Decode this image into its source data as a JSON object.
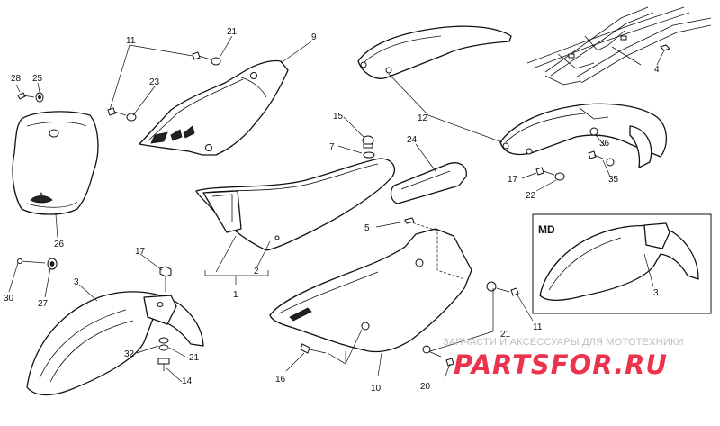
{
  "diagram": {
    "inset_label": "MD",
    "callouts": [
      {
        "id": "c1",
        "text": "1"
      },
      {
        "id": "c2",
        "text": "2"
      },
      {
        "id": "c3a",
        "text": "3"
      },
      {
        "id": "c3b",
        "text": "3"
      },
      {
        "id": "c4",
        "text": "4"
      },
      {
        "id": "c5",
        "text": "5"
      },
      {
        "id": "c7",
        "text": "7"
      },
      {
        "id": "c9",
        "text": "9"
      },
      {
        "id": "c10",
        "text": "10"
      },
      {
        "id": "c11a",
        "text": "11"
      },
      {
        "id": "c11b",
        "text": "11"
      },
      {
        "id": "c12",
        "text": "12"
      },
      {
        "id": "c14",
        "text": "14"
      },
      {
        "id": "c15",
        "text": "15"
      },
      {
        "id": "c16",
        "text": "16"
      },
      {
        "id": "c17a",
        "text": "17"
      },
      {
        "id": "c17b",
        "text": "17"
      },
      {
        "id": "c20",
        "text": "20"
      },
      {
        "id": "c21a",
        "text": "21"
      },
      {
        "id": "c21b",
        "text": "21"
      },
      {
        "id": "c21c",
        "text": "21"
      },
      {
        "id": "c22",
        "text": "22"
      },
      {
        "id": "c23",
        "text": "23"
      },
      {
        "id": "c24",
        "text": "24"
      },
      {
        "id": "c25",
        "text": "25"
      },
      {
        "id": "c26",
        "text": "26"
      },
      {
        "id": "c27",
        "text": "27"
      },
      {
        "id": "c28",
        "text": "28"
      },
      {
        "id": "c30",
        "text": "30"
      },
      {
        "id": "c32",
        "text": "32"
      },
      {
        "id": "c35",
        "text": "35"
      },
      {
        "id": "c36",
        "text": "36"
      }
    ]
  },
  "watermark": {
    "caption": "ЗАПЧАСТИ И АКСЕССУАРЫ ДЛЯ МОТОТЕХНИКИ",
    "logo": "PARTSFOR.RU"
  }
}
